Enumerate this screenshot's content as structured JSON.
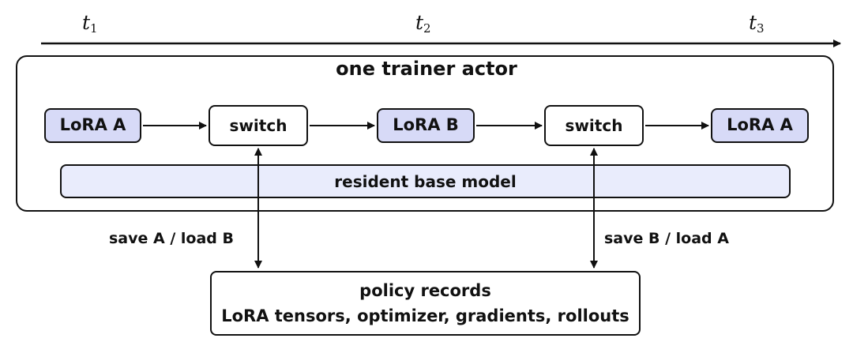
{
  "timeline": {
    "labels": [
      {
        "base": "t",
        "sub": "1"
      },
      {
        "base": "t",
        "sub": "2"
      },
      {
        "base": "t",
        "sub": "3"
      }
    ]
  },
  "actor": {
    "title": "one trainer actor",
    "nodes": [
      "LoRA A",
      "switch",
      "LoRA B",
      "switch",
      "LoRA A"
    ],
    "base_model": "resident base model"
  },
  "edges": {
    "left_label": "save A / load B",
    "right_label": "save B / load A"
  },
  "records": {
    "line1": "policy records",
    "line2": "LoRA tensors, optimizer, gradients, rollouts"
  },
  "colors": {
    "lora_fill": "#d7daf7",
    "base_fill": "#e9ecfc",
    "stroke": "#111111"
  }
}
